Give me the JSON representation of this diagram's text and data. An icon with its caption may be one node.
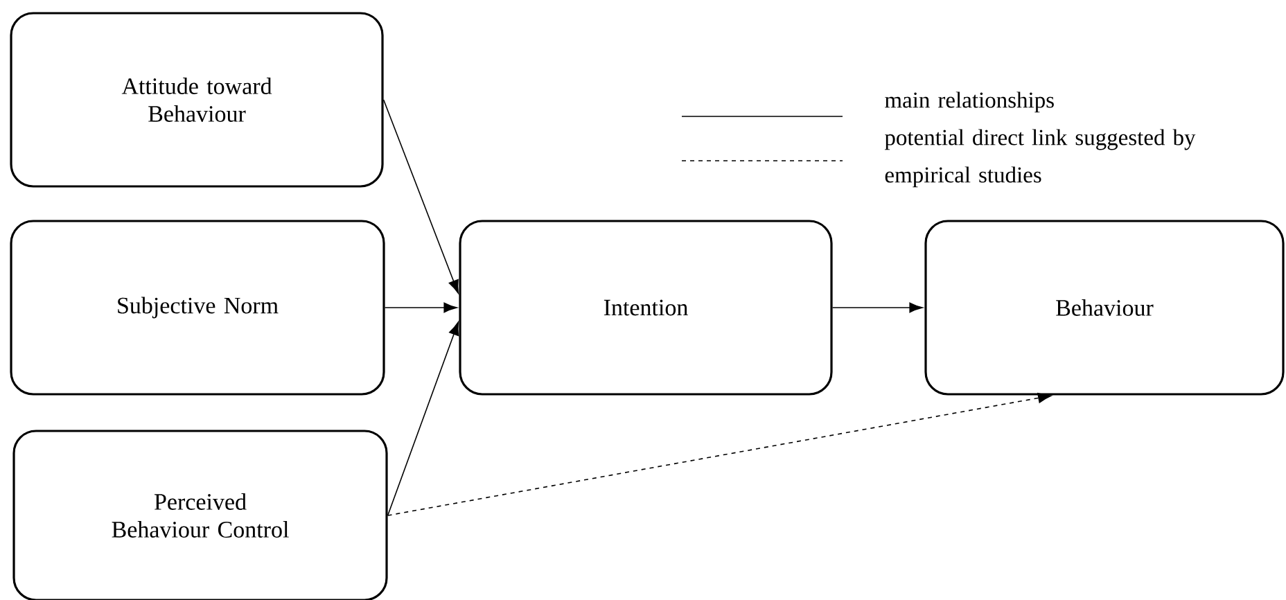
{
  "diagram": {
    "nodes": [
      {
        "text": [
          "Attitude toward Behaviour"
        ]
      },
      {
        "text": [
          "Subjective Norm"
        ]
      },
      {
        "text": [
          "Perceived Behaviour Control"
        ]
      },
      {
        "text": [
          "Intention"
        ]
      },
      {
        "text": [
          "Behaviour"
        ]
      }
    ],
    "edges": [
      {
        "from": 0,
        "to": 3,
        "arrow": "to"
      },
      {
        "from": 1,
        "to": 3,
        "arrow": "to"
      },
      {
        "from": 2,
        "to": 3,
        "arrow": "to"
      },
      {
        "from": 3,
        "to": 4,
        "arrow": "to"
      },
      {
        "from": 2,
        "to": 4,
        "arrow": "to",
        "style": "dashed"
      }
    ],
    "legend": [
      {
        "text": "main relationships"
      },
      {
        "text": "potential direct link suggested by empirical studies"
      }
    ]
  }
}
